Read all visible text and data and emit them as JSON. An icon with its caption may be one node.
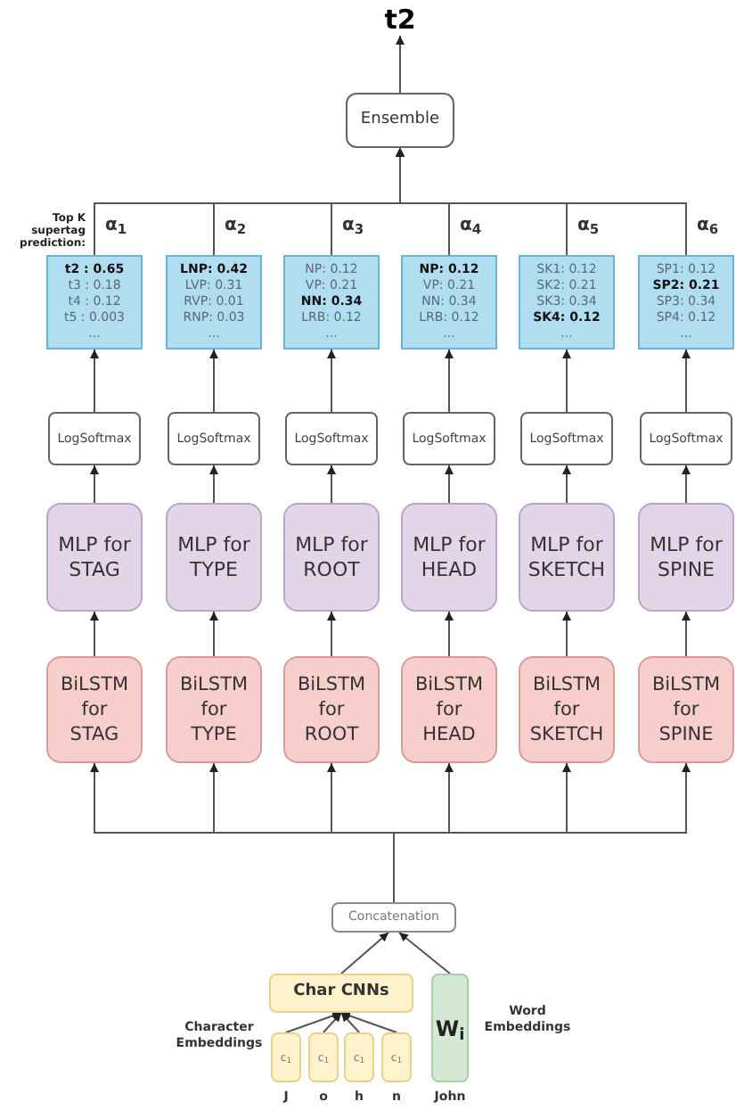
{
  "diagram": {
    "nodes": [
      {
        "text": [
          "t2"
        ]
      },
      {
        "text": [
          "Ensemble"
        ]
      },
      {
        "text": [
          "**t2 : 0.65**",
          "t3 : 0.18",
          "t4 : 0.12",
          "t5 : 0.003",
          "..."
        ]
      },
      {
        "text": [
          "**LNP: 0.42**",
          "LVP: 0.31",
          "RVP: 0.01",
          "RNP: 0.03",
          "..."
        ]
      },
      {
        "text": [
          "NP: 0.12",
          "VP: 0.21",
          "**NN: 0.34**",
          "LRB: 0.12",
          "..."
        ]
      },
      {
        "text": [
          "**NP: 0.12**",
          "VP: 0.21",
          "NN: 0.34",
          "LRB: 0.12",
          "..."
        ]
      },
      {
        "text": [
          "SK1: 0.12",
          "SK2: 0.21",
          "SK3: 0.34",
          "**SK4: 0.12**",
          "..."
        ]
      },
      {
        "text": [
          "SP1: 0.12",
          "**SP2: 0.21**",
          "SP3: 0.34",
          "SP4: 0.12",
          "..."
        ]
      },
      {
        "text": [
          "LogSoftmax"
        ]
      },
      {
        "text": [
          "LogSoftmax"
        ]
      },
      {
        "text": [
          "LogSoftmax"
        ]
      },
      {
        "text": [
          "LogSoftmax"
        ]
      },
      {
        "text": [
          "LogSoftmax"
        ]
      },
      {
        "text": [
          "LogSoftmax"
        ]
      },
      {
        "text": [
          "MLP for STAG"
        ]
      },
      {
        "text": [
          "MLP for TYPE"
        ]
      },
      {
        "text": [
          "MLP for ROOT"
        ]
      },
      {
        "text": [
          "MLP for HEAD"
        ]
      },
      {
        "text": [
          "MLP for SKETCH"
        ]
      },
      {
        "text": [
          "MLP for SPINE"
        ]
      },
      {
        "text": [
          "BiLSTM for STAG"
        ]
      },
      {
        "text": [
          "BiLSTM for TYPE"
        ]
      },
      {
        "text": [
          "BiLSTM for ROOT"
        ]
      },
      {
        "text": [
          "BiLSTM for HEAD"
        ]
      },
      {
        "text": [
          "BiLSTM for SKETCH"
        ]
      },
      {
        "text": [
          "BiLSTM for SPINE"
        ]
      },
      {
        "text": [
          "Concatenation"
        ]
      },
      {
        "text": [
          "Char CNNs"
        ]
      },
      {
        "text": [
          "W$_{i}$"
        ],
        "beside": [
          "Word Embeddings",
          "John"
        ]
      },
      {
        "text": [
          "c$_{1}$"
        ],
        "beside": [
          "J"
        ]
      },
      {
        "text": [
          "c$_{1}$"
        ],
        "beside": [
          "o"
        ]
      },
      {
        "text": [
          "c$_{1}$"
        ],
        "beside": [
          "h"
        ]
      },
      {
        "text": [
          "c$_{1}$"
        ],
        "beside": [
          "n"
        ]
      }
    ],
    "edges": [
      {
        "from": 1,
        "to": 0,
        "arrow": "to"
      },
      {
        "from": 2,
        "to": 1,
        "arrow": "to",
        "label": "α$_{1}$"
      },
      {
        "from": 3,
        "to": 1,
        "arrow": "to",
        "label": "α$_{2}$"
      },
      {
        "from": 4,
        "to": 1,
        "arrow": "to",
        "label": "α$_{3}$"
      },
      {
        "from": 5,
        "to": 1,
        "arrow": "to",
        "label": "α$_{4}$"
      },
      {
        "from": 6,
        "to": 1,
        "arrow": "to",
        "label": "α$_{5}$"
      },
      {
        "from": 7,
        "to": 1,
        "arrow": "to",
        "label": "α$_{6}$"
      },
      {
        "from": 8,
        "to": 2,
        "arrow": "to"
      },
      {
        "from": 9,
        "to": 3,
        "arrow": "to"
      },
      {
        "from": 10,
        "to": 4,
        "arrow": "to"
      },
      {
        "from": 11,
        "to": 5,
        "arrow": "to"
      },
      {
        "from": 12,
        "to": 6,
        "arrow": "to"
      },
      {
        "from": 13,
        "to": 7,
        "arrow": "to"
      },
      {
        "from": 14,
        "to": 8,
        "arrow": "to"
      },
      {
        "from": 15,
        "to": 9,
        "arrow": "to"
      },
      {
        "from": 16,
        "to": 10,
        "arrow": "to"
      },
      {
        "from": 17,
        "to": 11,
        "arrow": "to"
      },
      {
        "from": 18,
        "to": 12,
        "arrow": "to"
      },
      {
        "from": 19,
        "to": 13,
        "arrow": "to"
      },
      {
        "from": 20,
        "to": 14,
        "arrow": "to"
      },
      {
        "from": 21,
        "to": 15,
        "arrow": "to"
      },
      {
        "from": 22,
        "to": 16,
        "arrow": "to"
      },
      {
        "from": 23,
        "to": 17,
        "arrow": "to"
      },
      {
        "from": 24,
        "to": 18,
        "arrow": "to"
      },
      {
        "from": 25,
        "to": 19,
        "arrow": "to"
      },
      {
        "from": 26,
        "to": 20,
        "arrow": "to"
      },
      {
        "from": 26,
        "to": 21,
        "arrow": "to"
      },
      {
        "from": 26,
        "to": 22,
        "arrow": "to"
      },
      {
        "from": 26,
        "to": 23,
        "arrow": "to"
      },
      {
        "from": 26,
        "to": 24,
        "arrow": "to"
      },
      {
        "from": 26,
        "to": 25,
        "arrow": "to"
      },
      {
        "from": 27,
        "to": 26,
        "arrow": "to"
      },
      {
        "from": 28,
        "to": 26,
        "arrow": "to"
      },
      {
        "from": 29,
        "to": 27,
        "arrow": "to"
      },
      {
        "from": 30,
        "to": 27,
        "arrow": "to"
      },
      {
        "from": 31,
        "to": 27,
        "arrow": "to"
      },
      {
        "from": 32,
        "to": 27,
        "arrow": "to"
      }
    ],
    "labels": [
      "Top K supertag prediction:",
      "Character Embeddings"
    ]
  }
}
